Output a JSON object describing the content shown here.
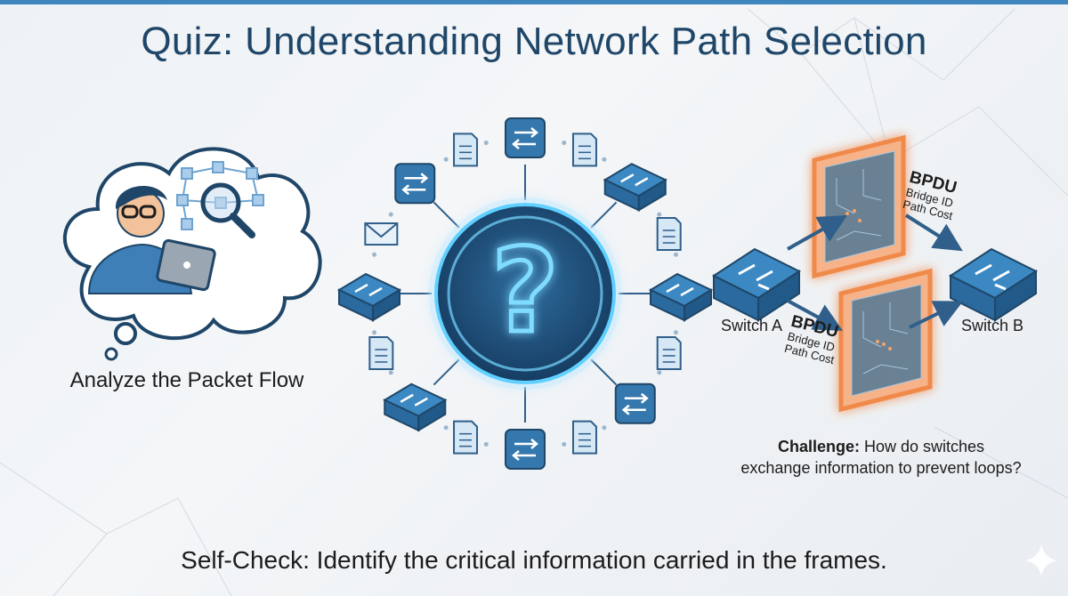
{
  "title": "Quiz: Understanding Network Path Selection",
  "left_panel": {
    "caption": "Analyze the Packet Flow",
    "illustration": [
      "thought-bubble-icon",
      "person-with-tablet-icon",
      "network-graph-icon",
      "magnifier-icon"
    ]
  },
  "center_panel": {
    "center_symbol": "?",
    "nodes": [
      {
        "type": "exchange-icon"
      },
      {
        "type": "switch-icon"
      },
      {
        "type": "switch-icon"
      },
      {
        "type": "exchange-icon"
      },
      {
        "type": "exchange-icon"
      },
      {
        "type": "switch-icon"
      },
      {
        "type": "switch-icon"
      },
      {
        "type": "exchange-icon"
      }
    ],
    "decorations": [
      "document-icon",
      "envelope-icon"
    ]
  },
  "right_panel": {
    "switch_a_label": "Switch A",
    "switch_b_label": "Switch B",
    "frames": [
      {
        "title": "BPDU",
        "fields": [
          "Bridge ID",
          "Path Cost"
        ]
      },
      {
        "title": "BPDU",
        "fields": [
          "Bridge ID",
          "Path Cost"
        ]
      }
    ],
    "challenge_prefix": "Challenge:",
    "challenge_line1": "How do switches",
    "challenge_line2": "exchange information to prevent loops?"
  },
  "footer": {
    "self_check": "Self-Check: Identify the critical information carried in the frames."
  },
  "colors": {
    "accent": "#3e86bd",
    "title": "#1f4668",
    "node_blue": "#2f6d9e",
    "glow": "#5fd0ff",
    "frame_orange": "#f39a5c"
  }
}
